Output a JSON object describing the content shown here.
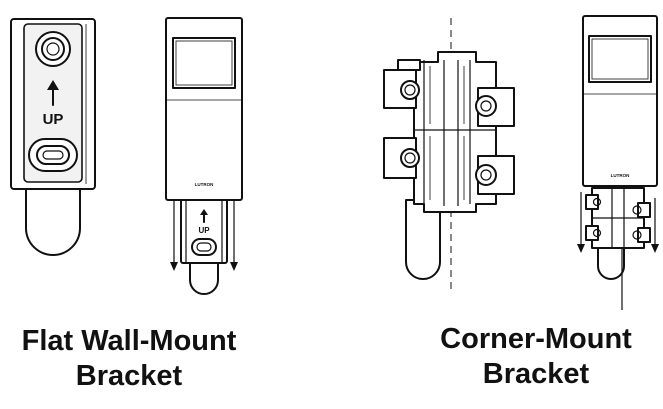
{
  "figures": [
    {
      "caption_lines": [
        "Flat Wall-Mount",
        "Bracket"
      ],
      "panel_label": "UP",
      "device_label": "LUTRON",
      "small_label": "UP"
    },
    {
      "caption_lines": [
        "Corner-Mount",
        "Bracket"
      ],
      "device_label": "LUTRON"
    }
  ]
}
